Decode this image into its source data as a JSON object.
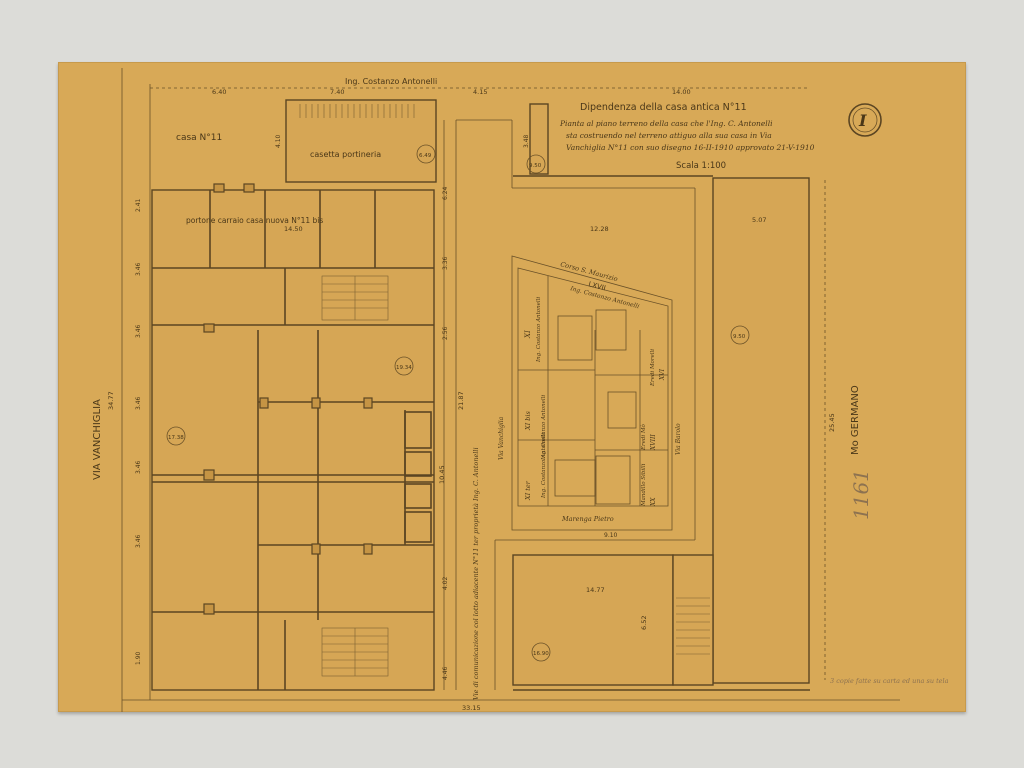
{
  "sheet": {
    "engineer_top": "Ing. Costanzo Antonelli",
    "title": "Dipendenza della casa antica N°11",
    "desc1": "Pianta al piano terreno della casa che l'Ing. C. Antonelli",
    "desc2": "sta costruendo nel terreno attiguo alla sua casa in Via",
    "desc3": "Vanchiglia N°11 con suo disegno 16-II-1910 approvato 21-V-1910",
    "scale": "Scala 1:100",
    "sheet_number": "I",
    "casa": "casa N°11",
    "portineria": "casetta portineria",
    "portone": "portone carraio casa nuova N°11 bis",
    "street_left": "VIA VANCHIGLIA",
    "street_right": "Mo GERMANO",
    "margin_note": "Vie di comunicazione col lotto adiacente N°11 ter proprietà Ing. C. Antonelli",
    "handwritten_number": "1161",
    "pencil_note": "3 copie fatte su carta ed una su tela",
    "dims": {
      "top1": "6.40",
      "top2": "7.40",
      "top3": "4.15",
      "top4": "14.00",
      "inner_top": "14.50",
      "mid_width": "12.28",
      "right_width": "5.07",
      "left_height": "34.77",
      "right_height": "25.45",
      "center_height": "21.87",
      "bottom_total": "33.15",
      "courtyard_w": "14.77",
      "courtyard_small": "6.52",
      "mid_vertical": "10.45",
      "v1": "2.41",
      "v2": "3.46",
      "v3": "3.46",
      "v4": "3.46",
      "v5": "3.46",
      "v6": "3.46",
      "v7": "1.90",
      "cv1": "6.24",
      "cv2": "3.36",
      "cv3": "2.56",
      "cv4": "4.02",
      "cv5": "4.46",
      "porter_h": "4.10",
      "top_small": "3.48",
      "plan_w": "9.10"
    },
    "room_labels": {
      "r1": "6.49",
      "r2": "9.50",
      "r3": "19.34",
      "r4": "17.38",
      "r5": "9.50",
      "r6": "16.90"
    },
    "inset": {
      "top_street": "Corso S. Maurizio",
      "lot_top": "LXVII",
      "lot_top_owner": "Ing. Costanzo Antonelli",
      "left_street": "Via Vanchiglia",
      "right_street": "Via Barolo",
      "bottom_owner": "Marenga Pietro",
      "lot_a": "XI",
      "lot_a_owner": "Ing. Costanzo Antonelli",
      "lot_b": "XI bis",
      "lot_b_owner": "Ing. Costanzo Antonelli",
      "lot_c": "XI ter",
      "lot_c_owner": "Ing. Costanzo Antonelli",
      "lot_d": "XVI",
      "lot_d_owner": "Eredi Morelli",
      "lot_e": "XVIII",
      "lot_e_owner": "Eredi Mò",
      "lot_f": "XX",
      "lot_f_owner": "Mandillo Sibilli"
    }
  }
}
